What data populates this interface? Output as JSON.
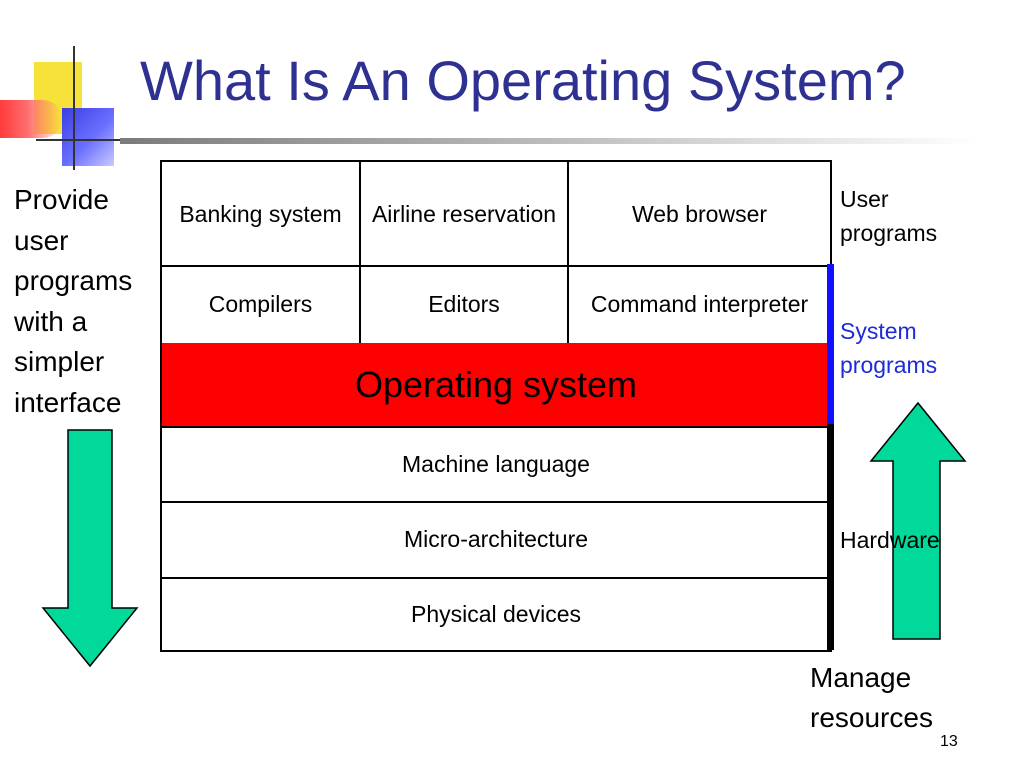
{
  "slide": {
    "title": "What Is An Operating System?",
    "page_number": "13"
  },
  "left_annotation": {
    "lines": [
      "Provide",
      "user",
      "programs",
      "with a",
      "simpler",
      "interface"
    ]
  },
  "right_labels": {
    "user_programs": [
      "User",
      "programs"
    ],
    "system_programs": [
      "System",
      "programs"
    ],
    "hardware": "Hardware",
    "manage_resources": [
      "Manage",
      "resources"
    ]
  },
  "layers": {
    "user_programs": [
      "Banking system",
      "Airline reservation",
      "Web browser"
    ],
    "system_programs": [
      "Compilers",
      "Editors",
      "Command interpreter"
    ],
    "operating_system": "Operating system",
    "hardware": [
      "Machine language",
      "Micro-architecture",
      "Physical devices"
    ]
  },
  "colors": {
    "title": "#2e3192",
    "operating_system_fill": "#ff0000",
    "system_programs_label": "#1f2bd6",
    "arrow_fill": "#00d99a",
    "system_bracket": "#1010ff"
  },
  "icons": {
    "down_arrow": "down-arrow-icon",
    "up_arrow": "up-arrow-icon"
  }
}
